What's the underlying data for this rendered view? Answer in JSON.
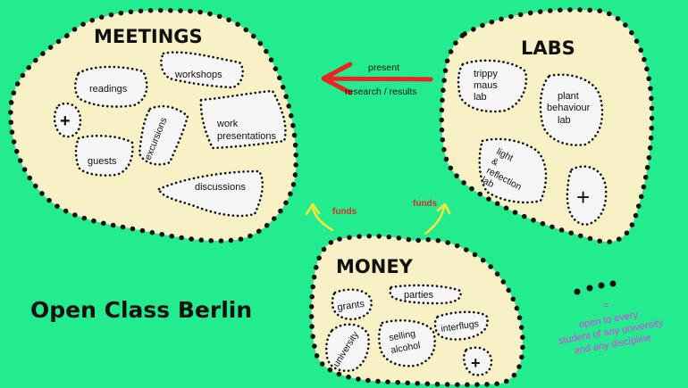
{
  "colors": {
    "background": "#22ec8e",
    "blob_fill": "#f8f1c6",
    "sub_fill": "#f6f6f6",
    "dots": "#111111",
    "red_arrow": "#ee2222",
    "yellow_arrow": "#f2e63a",
    "funds_text": "#e12a2a",
    "legend_text": "#e23ae8"
  },
  "meetings": {
    "title": "MEETINGS",
    "items": {
      "workshops": "workshops",
      "readings": "readings",
      "plus": "+",
      "excursions": "excursions",
      "work_line1": "work",
      "work_line2": "presentations",
      "guests": "guests",
      "discussions": "discussions"
    }
  },
  "labs": {
    "title": "LABS",
    "items": {
      "trippy1": "trippy",
      "trippy2": "maus",
      "trippy3": "lab",
      "plant1": "plant",
      "plant2": "behaviour",
      "plant3": "lab",
      "light1": "light",
      "light2": "&",
      "light3": "reflection",
      "light4": "lab",
      "plus": "+"
    }
  },
  "money": {
    "title": "MONEY",
    "items": {
      "grants": "grants",
      "parties": "parties",
      "university": "university",
      "selling1": "selling",
      "selling2": "alcohol",
      "interflugs": "interflugs",
      "plus": "+"
    }
  },
  "arrow_present": {
    "line1": "present",
    "line2": "research / results"
  },
  "funds_left": "funds",
  "funds_right": "funds",
  "brand": "Open Class Berlin",
  "legend": {
    "equals": "=",
    "line1": "open to every",
    "line2": "student of any university",
    "line3": "and any discipline"
  }
}
